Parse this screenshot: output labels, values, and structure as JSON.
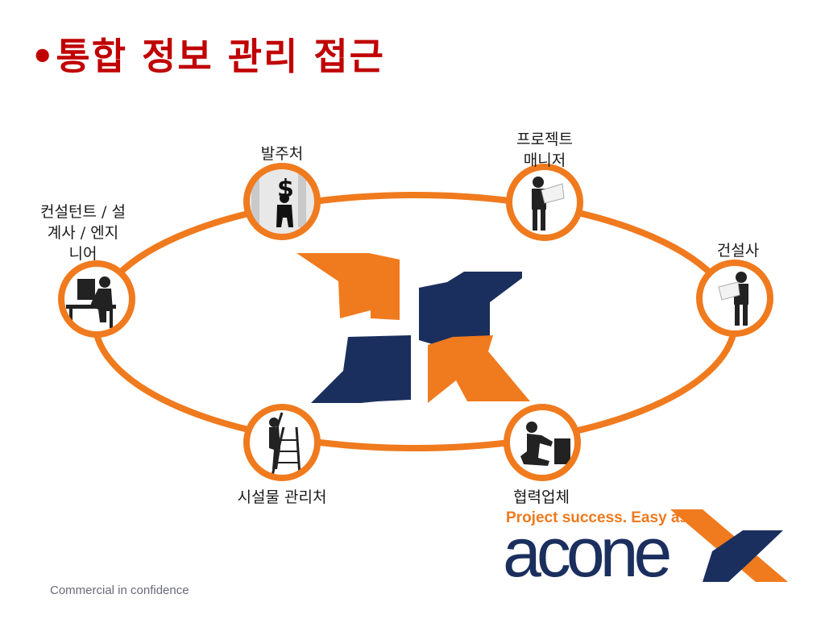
{
  "title": "•통합 정보 관리 접근",
  "nodes": [
    {
      "id": "owner",
      "label": "발주처",
      "icon": "businessman-dollar-icon"
    },
    {
      "id": "pm",
      "label": "프로젝트\n매니저",
      "icon": "worker-with-plans-icon"
    },
    {
      "id": "contractor",
      "label": "건설사",
      "icon": "worker-with-plans-icon"
    },
    {
      "id": "subcontractor",
      "label": "협력업체",
      "icon": "kneeling-worker-icon"
    },
    {
      "id": "facility",
      "label": "시설물 관리처",
      "icon": "ladder-worker-icon"
    },
    {
      "id": "consultant",
      "label": "컨설턴트 / 설\n계사 / 엔지\n니어",
      "icon": "computer-engineer-icon"
    }
  ],
  "logo": {
    "tagline": "Project success. Easy as",
    "wordmark": "acone",
    "accent_color": "#f07a1e",
    "brand_color": "#1b2f5e"
  },
  "footer": "Commercial in confidence",
  "colors": {
    "title": "#c00000",
    "ring": "#f07a1e",
    "navy": "#1b2f5e"
  }
}
